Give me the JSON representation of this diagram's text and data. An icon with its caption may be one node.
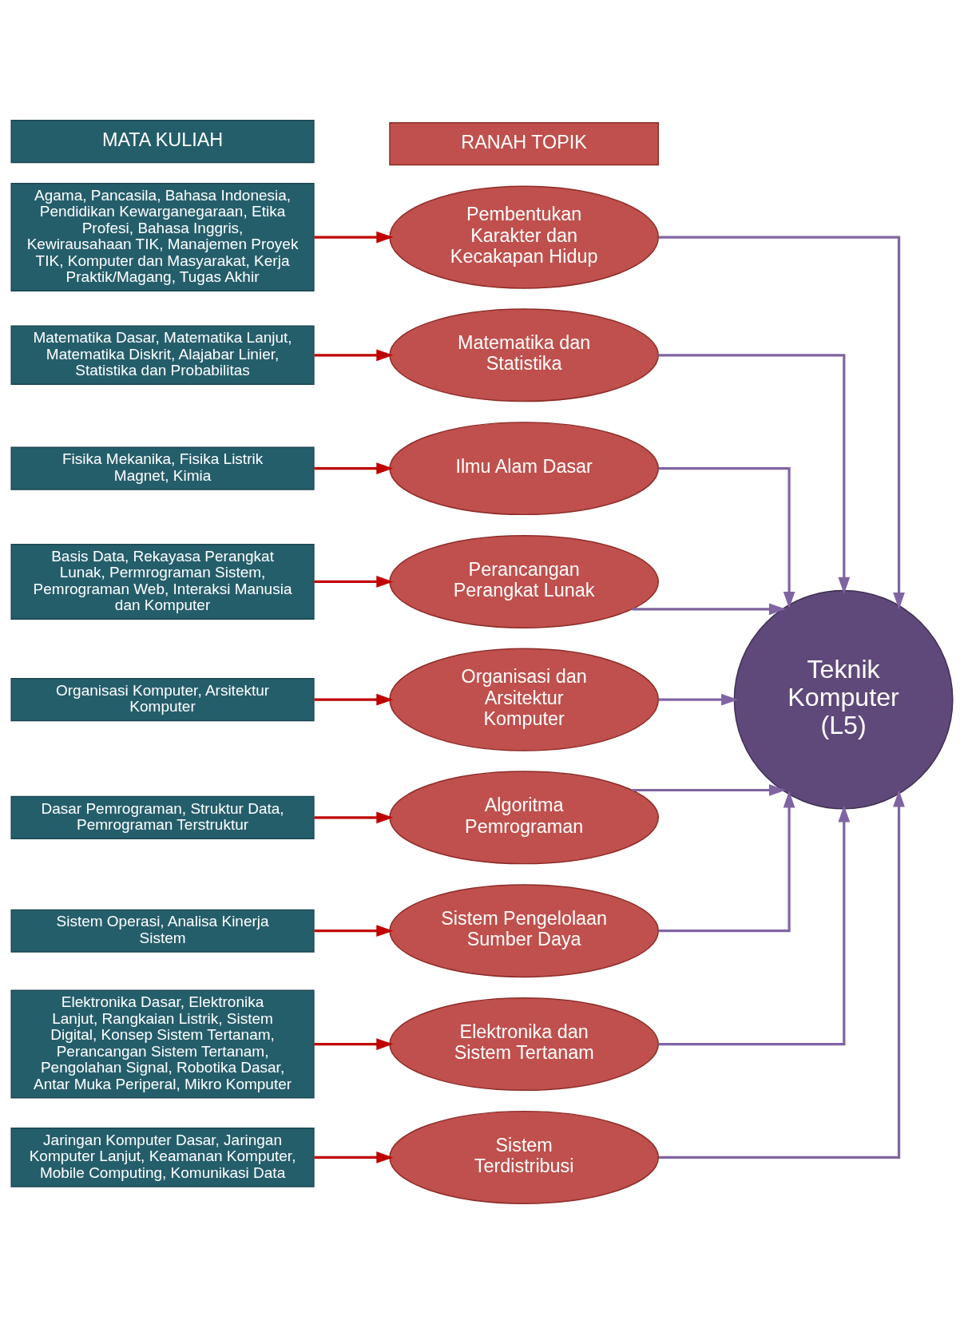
{
  "diagram": {
    "nodes": [
      {
        "text": [
          "Agama, Pancasila, Bahasa Indonesia, Pendidikan Kewarganegaraan, Etika Profesi, Bahasa Inggris, Kewirausahaan TIK, Manajemen Proyek TIK, Komputer dan Masyarakat, Kerja Praktik/Magang, Tugas Akhir"
        ]
      },
      {
        "text": [
          "Matematika Dasar, Matematika Lanjut, Matematika Diskrit, Alajabar Linier, Statistika dan Probabilitas"
        ]
      },
      {
        "text": [
          "Fisika Mekanika, Fisika Listrik Magnet, Kimia"
        ]
      },
      {
        "text": [
          "Basis Data, Rekayasa Perangkat Lunak, Permrograman Sistem, Pemrograman Web, Interaksi Manusia dan Komputer"
        ]
      },
      {
        "text": [
          "Organisasi Komputer, Arsitektur Komputer"
        ]
      },
      {
        "text": [
          "Dasar Pemrograman, Struktur Data, Pemrograman Terstruktur"
        ]
      },
      {
        "text": [
          "Sistem Operasi, Analisa Kinerja Sistem"
        ]
      },
      {
        "text": [
          "Elektronika Dasar, Elektronika Lanjut, Rangkaian Listrik, Sistem Digital, Konsep Sistem Tertanam, Perancangan Sistem Tertanam, Pengolahan Signal, Robotika Dasar, Antar Muka Periperal, Mikro Komputer"
        ]
      },
      {
        "text": [
          "Jaringan Komputer Dasar, Jaringan Komputer Lanjut, Keamanan Komputer, Mobile Computing, Komunikasi Data"
        ]
      },
      {
        "text": [
          "Pembentukan Karakter dan Kecakapan Hidup"
        ]
      },
      {
        "text": [
          "Matematika dan Statistika"
        ]
      },
      {
        "text": [
          "Ilmu Alam Dasar"
        ]
      },
      {
        "text": [
          "Perancangan Perangkat Lunak"
        ]
      },
      {
        "text": [
          "Organisasi dan Arsitektur Komputer"
        ]
      },
      {
        "text": [
          "Algoritma Pemrograman"
        ]
      },
      {
        "text": [
          "Sistem Pengelolaan Sumber Daya"
        ]
      },
      {
        "text": [
          "Elektronika dan Sistem Tertanam"
        ]
      },
      {
        "text": [
          "Sistem Terdistribusi"
        ]
      },
      {
        "text": [
          "Teknik Komputer (L5)"
        ]
      },
      {
        "text": [
          "MATA KULIAH"
        ]
      },
      {
        "text": [
          "RANAH TOPIK"
        ]
      }
    ],
    "edges": [
      {
        "from": 0,
        "to": 9,
        "arrow": "to",
        "color": "#c00000"
      },
      {
        "from": 1,
        "to": 10,
        "arrow": "to",
        "color": "#c00000"
      },
      {
        "from": 2,
        "to": 11,
        "arrow": "to",
        "color": "#c00000"
      },
      {
        "from": 3,
        "to": 12,
        "arrow": "to",
        "color": "#c00000"
      },
      {
        "from": 4,
        "to": 13,
        "arrow": "to",
        "color": "#c00000"
      },
      {
        "from": 5,
        "to": 14,
        "arrow": "to",
        "color": "#c00000"
      },
      {
        "from": 6,
        "to": 15,
        "arrow": "to",
        "color": "#c00000"
      },
      {
        "from": 7,
        "to": 16,
        "arrow": "to",
        "color": "#c00000"
      },
      {
        "from": 8,
        "to": 17,
        "arrow": "to",
        "color": "#c00000"
      },
      {
        "from": 9,
        "to": 18,
        "arrow": "to",
        "color": "#8064a2"
      },
      {
        "from": 10,
        "to": 18,
        "arrow": "to",
        "color": "#8064a2"
      },
      {
        "from": 11,
        "to": 18,
        "arrow": "to",
        "color": "#8064a2"
      },
      {
        "from": 12,
        "to": 18,
        "arrow": "to",
        "color": "#8064a2"
      },
      {
        "from": 13,
        "to": 18,
        "arrow": "to",
        "color": "#8064a2"
      },
      {
        "from": 14,
        "to": 18,
        "arrow": "to",
        "color": "#8064a2"
      },
      {
        "from": 15,
        "to": 18,
        "arrow": "to",
        "color": "#8064a2"
      },
      {
        "from": 16,
        "to": 18,
        "arrow": "to",
        "color": "#8064a2"
      },
      {
        "from": 17,
        "to": 18,
        "arrow": "to",
        "color": "#8064a2"
      }
    ]
  }
}
